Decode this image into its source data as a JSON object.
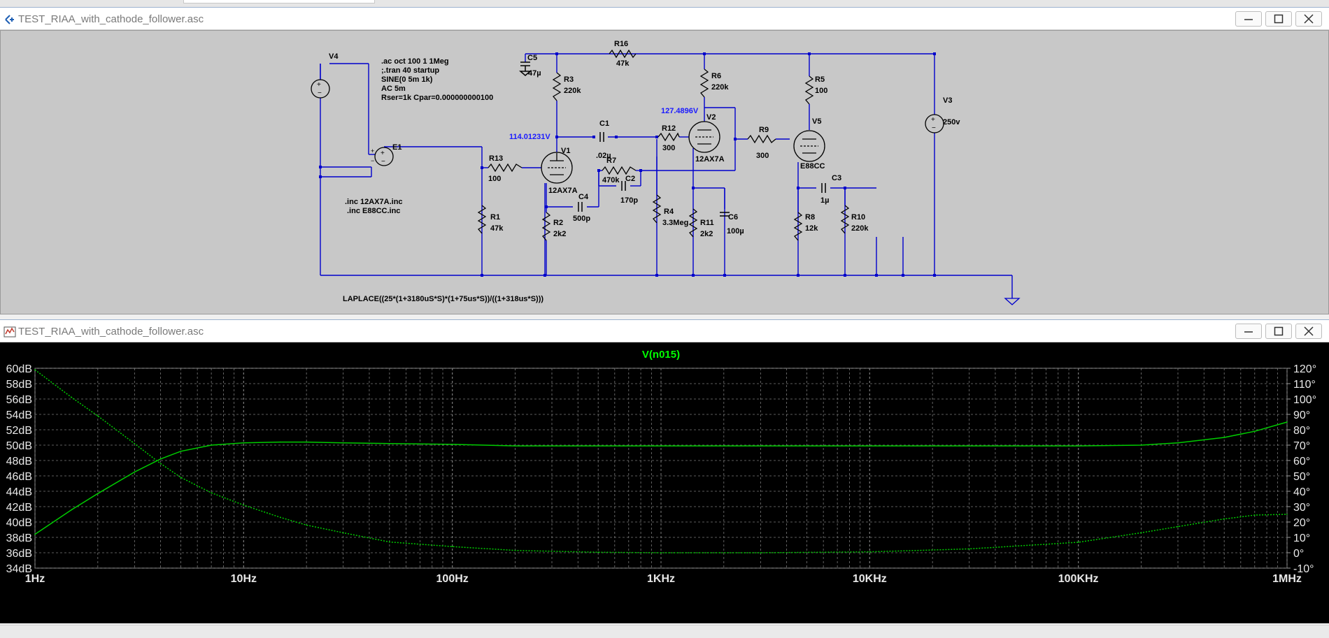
{
  "schematic_window": {
    "title": "TEST_RIAA_with_cathode_follower.asc",
    "directives": [
      ".ac oct 100 1 1Meg",
      ";.tran 40 startup",
      "SINE(0 5m 1k)",
      "AC 5m",
      "Rser=1k Cpar=0.000000000100"
    ],
    "includes": [
      ".inc 12AX7A.inc",
      ".inc E88CC.inc"
    ],
    "laplace": "LAPLACE((25*(1+3180uS*S)*(1+75us*S))/((1+318us*S)))",
    "node_voltages": {
      "v1_plate": "114.01231V",
      "v2_plate": "127.4896V"
    },
    "components": {
      "V4": {
        "ref": "V4"
      },
      "E1": {
        "ref": "E1"
      },
      "C5": {
        "ref": "C5",
        "value": "47µ"
      },
      "R3": {
        "ref": "R3",
        "value": "220k"
      },
      "R16": {
        "ref": "R16",
        "value": "47k"
      },
      "R6": {
        "ref": "R6",
        "value": "220k"
      },
      "R5": {
        "ref": "R5",
        "value": "100"
      },
      "V3": {
        "ref": "V3",
        "value": "250v"
      },
      "C1": {
        "ref": "C1",
        "value": ".02µ"
      },
      "R12": {
        "ref": "R12",
        "value": "300"
      },
      "V2": {
        "ref": "V2",
        "value": "12AX7A"
      },
      "R9": {
        "ref": "R9",
        "value": "300"
      },
      "V5": {
        "ref": "V5",
        "value": "E88CC"
      },
      "R13": {
        "ref": "R13",
        "value": "100"
      },
      "V1": {
        "ref": "V1",
        "value": "12AX7A"
      },
      "R7": {
        "ref": "R7",
        "value": "470k"
      },
      "C2": {
        "ref": "C2",
        "value": "170p"
      },
      "C4": {
        "ref": "C4",
        "value": "500p"
      },
      "C3": {
        "ref": "C3",
        "value": "1µ"
      },
      "R1": {
        "ref": "R1",
        "value": "47k"
      },
      "R2": {
        "ref": "R2",
        "value": "2k2"
      },
      "R4": {
        "ref": "R4",
        "value": "3.3Meg"
      },
      "R11": {
        "ref": "R11",
        "value": "2k2"
      },
      "C6": {
        "ref": "C6",
        "value": "100µ"
      },
      "R8": {
        "ref": "R8",
        "value": "12k"
      },
      "R10": {
        "ref": "R10",
        "value": "220k"
      }
    }
  },
  "plot_window": {
    "title": "TEST_RIAA_with_cathode_follower.asc"
  },
  "colors": {
    "trace": "#00cc00",
    "title": "#00ff00",
    "grid": "#7a7a7a",
    "axis_text": "#e8e8e8",
    "node_text": "#1a1aff",
    "wire": "#0000cc"
  },
  "chart_data": {
    "type": "line",
    "title": "V(n015)",
    "x_scale": "log",
    "xlim": [
      1,
      1000000
    ],
    "x_ticks": [
      "1Hz",
      "10Hz",
      "100Hz",
      "1KHz",
      "10KHz",
      "100KHz",
      "1MHz"
    ],
    "y_left_ticks": [
      "60dB",
      "58dB",
      "56dB",
      "54dB",
      "52dB",
      "50dB",
      "48dB",
      "46dB",
      "44dB",
      "42dB",
      "40dB",
      "38dB",
      "36dB",
      "34dB"
    ],
    "y_left_range": [
      34,
      60
    ],
    "y_right_ticks": [
      "120°",
      "110°",
      "100°",
      "90°",
      "80°",
      "70°",
      "60°",
      "50°",
      "40°",
      "30°",
      "20°",
      "10°",
      "0°",
      "-10°"
    ],
    "y_right_range": [
      -10,
      120
    ],
    "grid": true,
    "series": [
      {
        "kind": "magnitude_dB",
        "x": [
          1,
          1.5,
          2,
          3,
          4,
          5,
          7,
          10,
          15,
          20,
          30,
          50,
          100,
          200,
          500,
          1000,
          3000,
          10000,
          30000,
          100000,
          200000,
          300000,
          500000,
          700000,
          1000000
        ],
        "y": [
          38.4,
          41.6,
          43.7,
          46.5,
          48.2,
          49.2,
          50.0,
          50.3,
          50.4,
          50.4,
          50.3,
          50.2,
          50.1,
          49.9,
          49.9,
          49.9,
          49.9,
          49.9,
          49.9,
          49.9,
          50.0,
          50.3,
          51.0,
          51.8,
          53.0
        ]
      },
      {
        "kind": "phase_deg",
        "x": [
          1,
          1.5,
          2,
          3,
          4,
          5,
          7,
          10,
          15,
          20,
          30,
          50,
          100,
          200,
          500,
          1000,
          3000,
          10000,
          30000,
          100000,
          200000,
          300000,
          500000,
          700000,
          1000000
        ],
        "y": [
          119,
          101,
          89,
          71,
          58,
          49,
          39,
          31,
          23,
          18,
          13,
          7,
          4,
          1.5,
          0.3,
          0,
          0,
          0.6,
          2.5,
          6.8,
          13,
          17,
          22,
          24.5,
          25
        ]
      }
    ]
  }
}
